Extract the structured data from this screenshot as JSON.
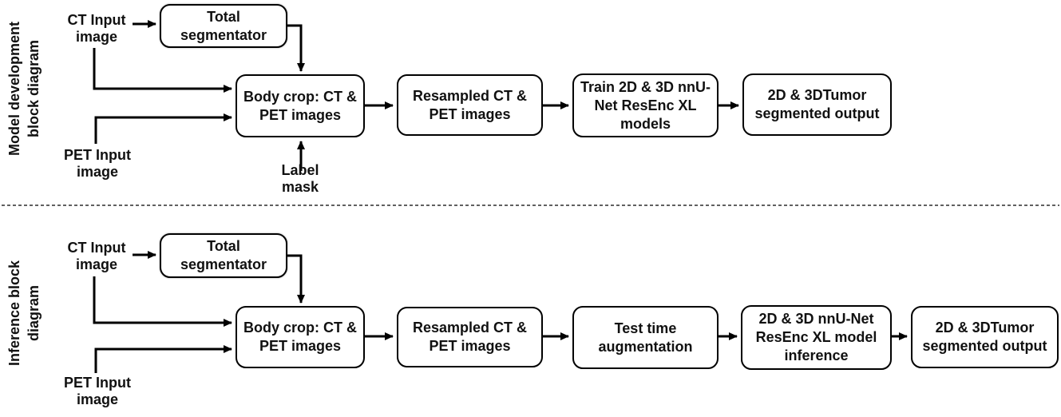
{
  "colors": {
    "stroke": "#000000",
    "text": "#111111",
    "background": "#ffffff",
    "box_fill": "#ffffff"
  },
  "model_development": {
    "side_label": [
      "Model development",
      "block diagram"
    ],
    "ct_input_label": [
      "CT Input",
      "image"
    ],
    "pet_input_label": [
      "PET Input",
      "image"
    ],
    "label_mask_label": [
      "Label",
      "mask"
    ],
    "boxes": {
      "total_segmentator": [
        "Total",
        "segmentator"
      ],
      "body_crop": [
        "Body crop: CT &",
        "PET images"
      ],
      "resampled": [
        "Resampled CT &",
        "PET images"
      ],
      "train_models": [
        "Train 2D & 3D nnU-",
        "Net ResEnc XL",
        "models"
      ],
      "segmented_output": [
        "2D & 3DTumor",
        "segmented output"
      ]
    }
  },
  "inference": {
    "side_label": [
      "Inference block",
      "diagram"
    ],
    "ct_input_label": [
      "CT Input",
      "image"
    ],
    "pet_input_label": [
      "PET Input",
      "image"
    ],
    "boxes": {
      "total_segmentator": [
        "Total",
        "segmentator"
      ],
      "body_crop": [
        "Body crop: CT &",
        "PET images"
      ],
      "resampled": [
        "Resampled CT &",
        "PET images"
      ],
      "test_time_augmentation": [
        "Test time",
        "augmentation"
      ],
      "model_inference": [
        "2D & 3D nnU-Net",
        "ResEnc XL model",
        "inference"
      ],
      "segmented_output": [
        "2D & 3DTumor",
        "segmented output"
      ]
    }
  }
}
